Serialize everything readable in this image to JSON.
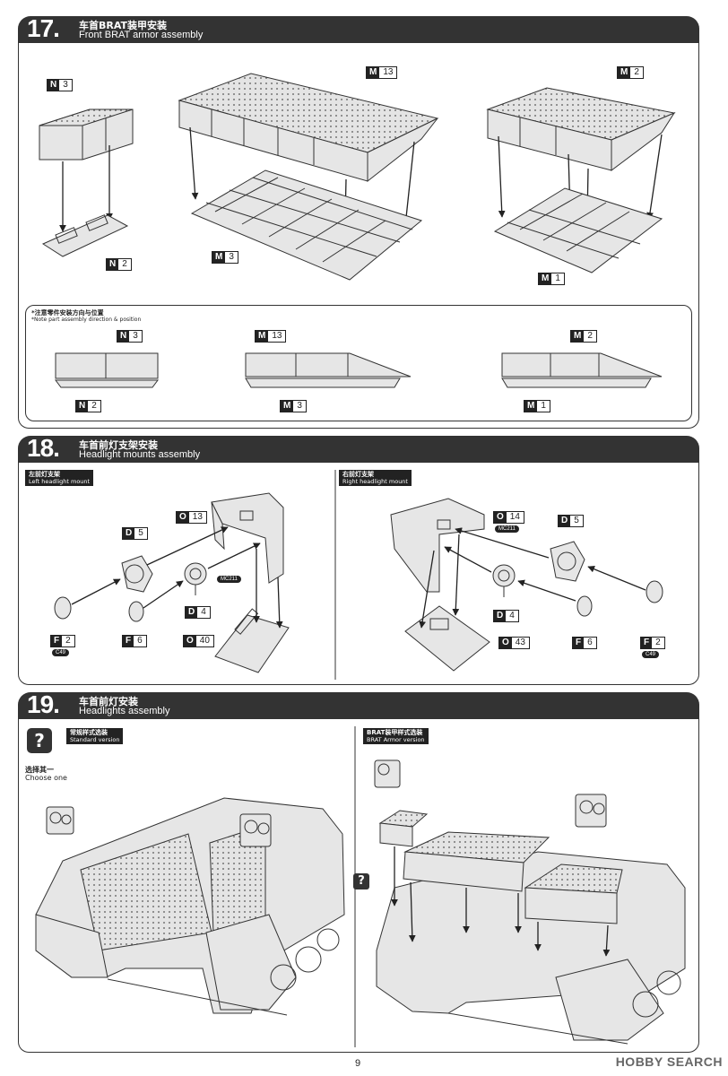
{
  "steps": [
    {
      "num": "17.",
      "title_zh": "车首BRAT装甲安装",
      "title_en": "Front BRAT armor assembly"
    },
    {
      "num": "18.",
      "title_zh": "车首前灯支架安装",
      "title_en": "Headlight mounts assembly"
    },
    {
      "num": "19.",
      "title_zh": "车首前灯安装",
      "title_en": "Headlights assembly"
    }
  ],
  "note": {
    "zh": "*注意零件安装方向与位置",
    "en": "*Note part assembly direction & position"
  },
  "parts": {
    "n3": {
      "letter": "N",
      "num": "3"
    },
    "n2": {
      "letter": "N",
      "num": "2"
    },
    "m13": {
      "letter": "M",
      "num": "13"
    },
    "m3": {
      "letter": "M",
      "num": "3"
    },
    "m2": {
      "letter": "M",
      "num": "2"
    },
    "m1": {
      "letter": "M",
      "num": "1"
    },
    "o13": {
      "letter": "O",
      "num": "13"
    },
    "o14": {
      "letter": "O",
      "num": "14"
    },
    "o40": {
      "letter": "O",
      "num": "40"
    },
    "o43": {
      "letter": "O",
      "num": "43"
    },
    "d5": {
      "letter": "D",
      "num": "5"
    },
    "d4": {
      "letter": "D",
      "num": "4"
    },
    "f2": {
      "letter": "F",
      "num": "2"
    },
    "f6": {
      "letter": "F",
      "num": "6"
    }
  },
  "chips": {
    "mc211": "MC211",
    "c49": "C49"
  },
  "step18": {
    "left_zh": "左前灯支架",
    "left_en": "Left headlight mount",
    "right_zh": "右前灯支架",
    "right_en": "Right headlight mount"
  },
  "step19": {
    "standard_zh": "常规样式选装",
    "standard_en": "Standard version",
    "brat_zh": "BRAT装甲样式选装",
    "brat_en": "BRAT Armor version",
    "choose_zh": "选择其一",
    "choose_en": "Choose one",
    "q": "?"
  },
  "page_number": "9",
  "watermark": "HOBBY SEARCH"
}
